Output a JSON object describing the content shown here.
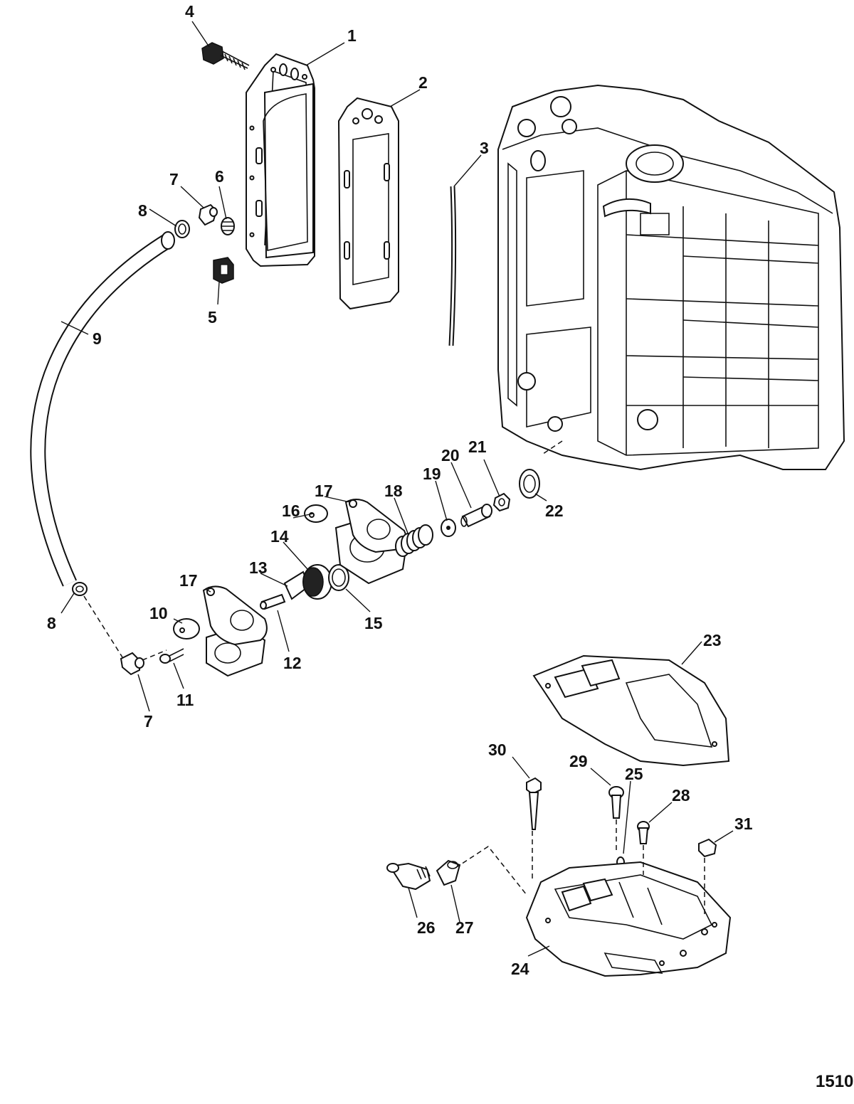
{
  "figure_number": "1510",
  "callouts": [
    {
      "id": "1",
      "label": "1"
    },
    {
      "id": "2",
      "label": "2"
    },
    {
      "id": "3",
      "label": "3"
    },
    {
      "id": "4",
      "label": "4"
    },
    {
      "id": "5",
      "label": "5"
    },
    {
      "id": "6",
      "label": "6"
    },
    {
      "id": "7a",
      "label": "7"
    },
    {
      "id": "8a",
      "label": "8"
    },
    {
      "id": "9",
      "label": "9"
    },
    {
      "id": "10",
      "label": "10"
    },
    {
      "id": "11",
      "label": "11"
    },
    {
      "id": "12",
      "label": "12"
    },
    {
      "id": "13",
      "label": "13"
    },
    {
      "id": "14",
      "label": "14"
    },
    {
      "id": "15",
      "label": "15"
    },
    {
      "id": "16",
      "label": "16"
    },
    {
      "id": "17a",
      "label": "17"
    },
    {
      "id": "17b",
      "label": "17"
    },
    {
      "id": "18",
      "label": "18"
    },
    {
      "id": "19",
      "label": "19"
    },
    {
      "id": "20",
      "label": "20"
    },
    {
      "id": "21",
      "label": "21"
    },
    {
      "id": "22",
      "label": "22"
    },
    {
      "id": "23",
      "label": "23"
    },
    {
      "id": "24",
      "label": "24"
    },
    {
      "id": "25",
      "label": "25"
    },
    {
      "id": "26",
      "label": "26"
    },
    {
      "id": "27",
      "label": "27"
    },
    {
      "id": "28",
      "label": "28"
    },
    {
      "id": "29",
      "label": "29"
    },
    {
      "id": "30",
      "label": "30"
    },
    {
      "id": "31",
      "label": "31"
    },
    {
      "id": "8b",
      "label": "8"
    },
    {
      "id": "7b",
      "label": "7"
    }
  ]
}
